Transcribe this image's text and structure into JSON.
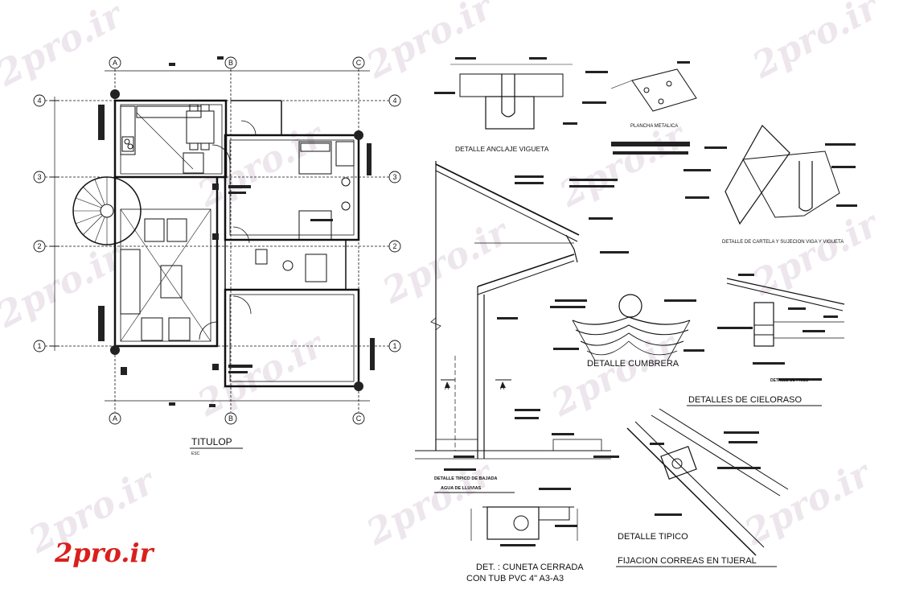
{
  "watermark_text": "2pro.ir",
  "logo_text": "2pro.ir",
  "colors": {
    "ink": "#111111",
    "fill_dark": "#222222",
    "watermark": "#c8b4c8",
    "logo": "#d9201d"
  },
  "floor_plan": {
    "title": "TITULOP",
    "scale": "ESC",
    "axis_letters": [
      "A",
      "B",
      "C"
    ],
    "axis_numbers": [
      "4",
      "3",
      "2",
      "1"
    ]
  },
  "details": {
    "anclaje_vigueta": "DETALLE ANCLAJE VIGUETA",
    "plancha_metalica": "PLANCHA METALICA",
    "cartela": "DETALLE DE CARTELA Y SUJECION VIGA Y VIGUETA",
    "cumbrera": "DETALLE CUMBRERA",
    "cieloraso": "DETALLES DE CIELORASO",
    "friso": "DETALLE DE FRISO",
    "bajada_1": "DETALLE TIPICO DE BAJADA",
    "bajada_2": "AGUA DE LLUVIAS",
    "section_mark": "A",
    "cuneta_1": "DET. : CUNETA CERRADA",
    "cuneta_2": "CON TUB PVC 4\" A3-A3",
    "tipico_1": "DETALLE TIPICO",
    "tipico_2": "FIJACION CORREAS EN TIJERAL"
  }
}
